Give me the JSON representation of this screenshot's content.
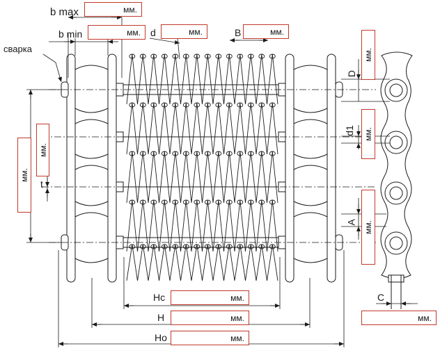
{
  "labels": {
    "b_max": "b max",
    "b_min": "b min",
    "d": "d",
    "B": "B",
    "svarka": "сварка",
    "T": "T",
    "t": "t",
    "D": "D",
    "d1": "d1",
    "A": "A",
    "C": "C",
    "Hc": "Hc",
    "H": "H",
    "Ho": "Ho"
  },
  "unit": "мм.",
  "colors": {
    "field_border": "#c0392b",
    "line": "#1a1a1a"
  }
}
